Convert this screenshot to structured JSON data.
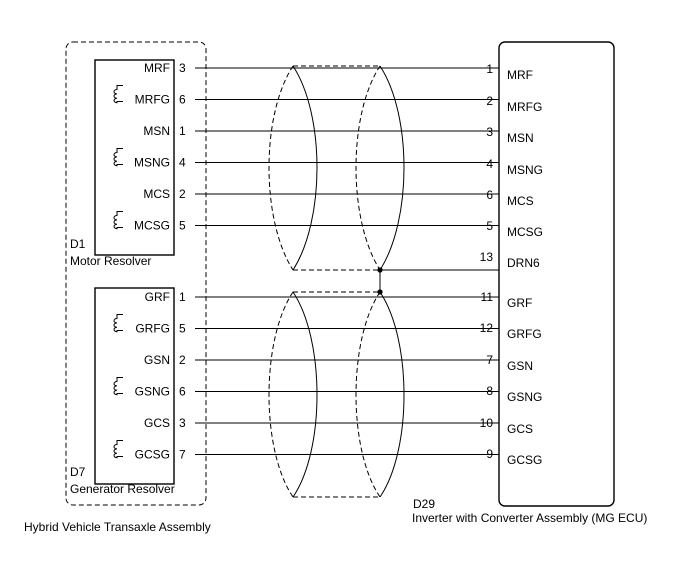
{
  "assembly_label": "Hybrid Vehicle Transaxle Assembly",
  "motor_resolver": {
    "connector": "D1",
    "name": "Motor Resolver",
    "pins": [
      {
        "name": "MRF",
        "pin": "3",
        "coil": false
      },
      {
        "name": "MRFG",
        "pin": "6",
        "coil": true
      },
      {
        "name": "MSN",
        "pin": "1",
        "coil": false
      },
      {
        "name": "MSNG",
        "pin": "4",
        "coil": true
      },
      {
        "name": "MCS",
        "pin": "2",
        "coil": false
      },
      {
        "name": "MCSG",
        "pin": "5",
        "coil": true
      }
    ]
  },
  "generator_resolver": {
    "connector": "D7",
    "name": "Generator Resolver",
    "pins": [
      {
        "name": "GRF",
        "pin": "1",
        "coil": false
      },
      {
        "name": "GRFG",
        "pin": "5",
        "coil": true
      },
      {
        "name": "GSN",
        "pin": "2",
        "coil": false
      },
      {
        "name": "GSNG",
        "pin": "6",
        "coil": true
      },
      {
        "name": "GCS",
        "pin": "3",
        "coil": false
      },
      {
        "name": "GCSG",
        "pin": "7",
        "coil": true
      }
    ]
  },
  "ecu": {
    "connector": "D29",
    "name": "Inverter with Converter Assembly (MG ECU)",
    "pins": [
      {
        "pin": "1",
        "name": "MRF"
      },
      {
        "pin": "2",
        "name": "MRFG"
      },
      {
        "pin": "3",
        "name": "MSN"
      },
      {
        "pin": "4",
        "name": "MSNG"
      },
      {
        "pin": "6",
        "name": "MCS"
      },
      {
        "pin": "5",
        "name": "MCSG"
      },
      {
        "pin": "13",
        "name": "DRN6"
      },
      {
        "pin": "11",
        "name": "GRF"
      },
      {
        "pin": "12",
        "name": "GRFG"
      },
      {
        "pin": "7",
        "name": "GSN"
      },
      {
        "pin": "8",
        "name": "GSNG"
      },
      {
        "pin": "10",
        "name": "GCS"
      },
      {
        "pin": "9",
        "name": "GCSG"
      }
    ]
  }
}
